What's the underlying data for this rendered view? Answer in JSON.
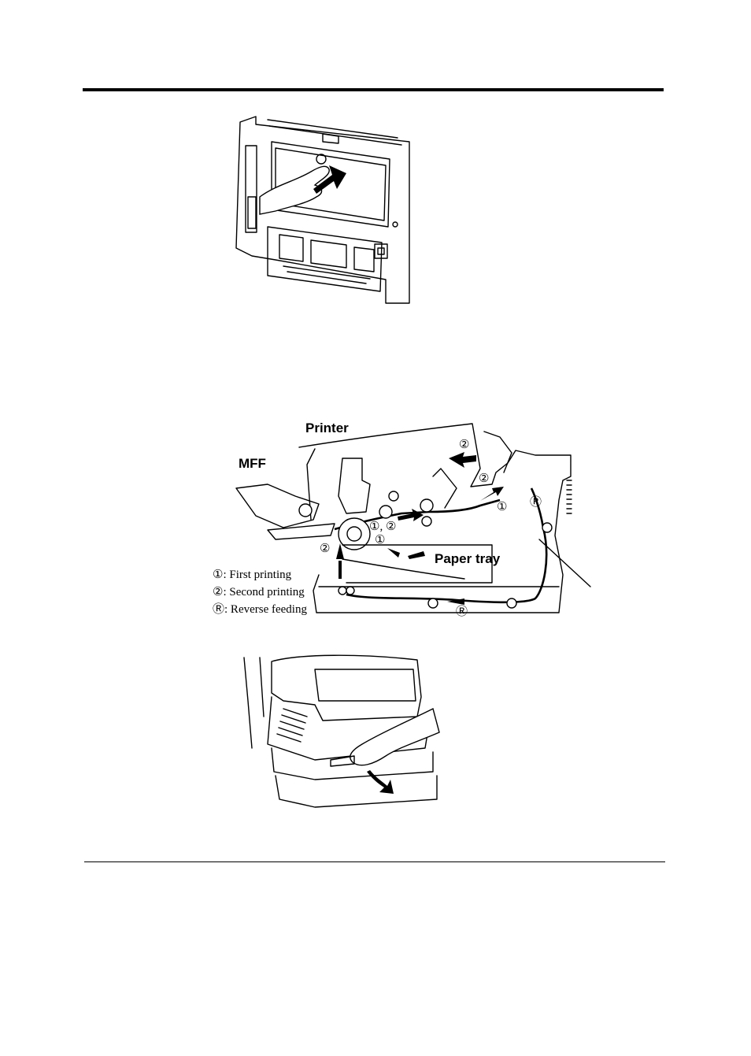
{
  "diagram": {
    "labels": {
      "printer": "Printer",
      "mff": "MFF",
      "paper_tray": "Paper tray",
      "route_first_second": "①, ②"
    },
    "legend": [
      {
        "mark": "①",
        "text": ": First printing"
      },
      {
        "mark": "②",
        "text": ": Second printing"
      },
      {
        "mark": "Ⓡ",
        "text": ": Reverse feeding"
      }
    ],
    "markers": {
      "first": "①",
      "second": "②",
      "reverse": "Ⓡ"
    }
  }
}
